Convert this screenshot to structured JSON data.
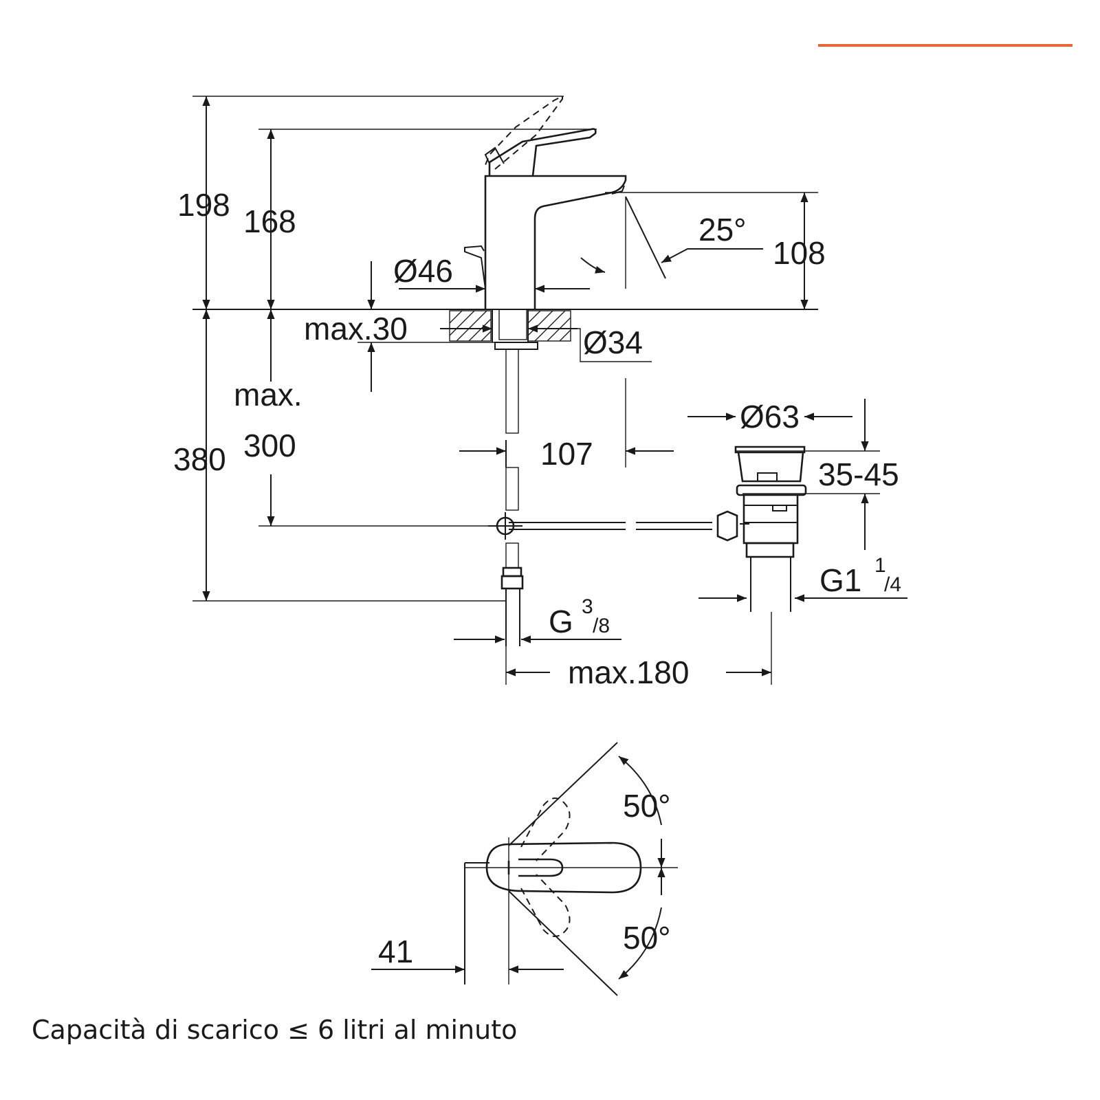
{
  "theme": {
    "accent_color": "#e8683c",
    "line_color": "#1a1a1a",
    "background": "#ffffff"
  },
  "side_view": {
    "height_total": "198",
    "height_lever": "168",
    "height_spout": "108",
    "spout_angle": "25°",
    "body_diameter": "Ø46",
    "deck_thickness": "max.30",
    "shank_diameter": "Ø34",
    "below_deck_total": "380",
    "below_deck_max_label": "max.",
    "below_deck_max_value": "300",
    "spout_reach": "107",
    "waste_diameter": "Ø63",
    "waste_height_range": "35-45",
    "waste_thread_main": "G1",
    "waste_thread_num": "1",
    "waste_thread_den": "/4",
    "hose_thread_main": "G",
    "hose_thread_num": "3",
    "hose_thread_den": "/8",
    "max_offset": "max.180"
  },
  "top_view": {
    "angle_upper": "50°",
    "angle_lower": "50°",
    "lever_offset": "41"
  },
  "caption": "Capacità di scarico ≤ 6 litri al minuto"
}
